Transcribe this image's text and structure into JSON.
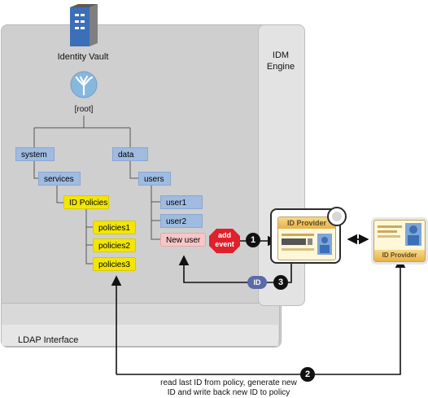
{
  "vault": {
    "title": "Identity Vault",
    "root_label": "[root]"
  },
  "engine": {
    "title_line1": "IDM",
    "title_line2": "Engine"
  },
  "ldap": {
    "label": "LDAP Interface"
  },
  "tree": {
    "system": "system",
    "data": "data",
    "services": "services",
    "users": "users",
    "id_policies": "ID Policies",
    "policies1": "policies1",
    "policies2": "policies2",
    "policies3": "policies3",
    "user1": "user1",
    "user2": "user2",
    "new_user": "New user"
  },
  "events": {
    "add_event_line1": "add",
    "add_event_line2": "event",
    "id_token": "ID"
  },
  "steps": {
    "one": "1",
    "two": "2",
    "three": "3"
  },
  "providers": {
    "left": "ID Provider",
    "right": "ID Provider"
  },
  "note": {
    "line1": "read last ID from policy, generate new",
    "line2": "ID and write back new ID to policy"
  },
  "colors": {
    "vault_bg": "#cfcfcf",
    "tree_blue": "#9fbbe0",
    "policy_yellow": "#f3e600",
    "new_user_pink": "#f7c6c6",
    "event_red": "#e0202a",
    "id_token_blue": "#5b6aa8"
  },
  "icons": [
    "server-icon",
    "tree-icon",
    "id-card-icon",
    "numbered-step-icon"
  ]
}
